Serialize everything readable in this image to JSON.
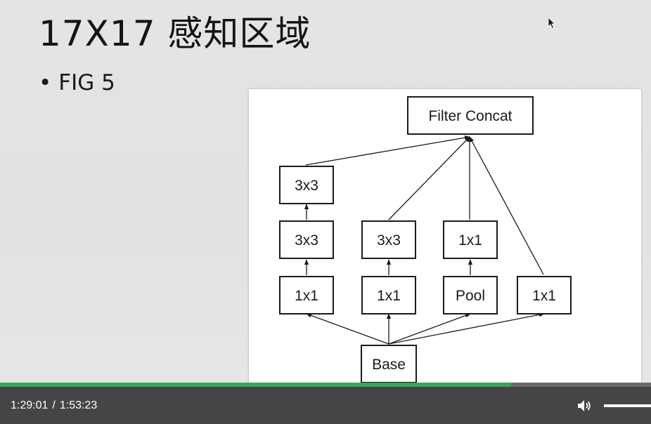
{
  "slide": {
    "title": "17X17 感知区域",
    "bullet_marker": "•",
    "bullet_text": "FIG 5"
  },
  "figure": {
    "nodes": {
      "filter_concat": "Filter Concat",
      "b1_top": "3x3",
      "b1_mid": "3x3",
      "b1_bot": "1x1",
      "b2_mid": "3x3",
      "b2_bot": "1x1",
      "b3_mid": "1x1",
      "b3_bot": "Pool",
      "b4_bot": "1x1",
      "base": "Base"
    }
  },
  "player": {
    "current_time": "1:29:01",
    "separator": "/",
    "duration": "1:53:23",
    "progress_fraction": 0.785,
    "volume_fraction": 1.0,
    "volume_icon": "speaker-icon",
    "progress_color": "#3ca55c"
  }
}
